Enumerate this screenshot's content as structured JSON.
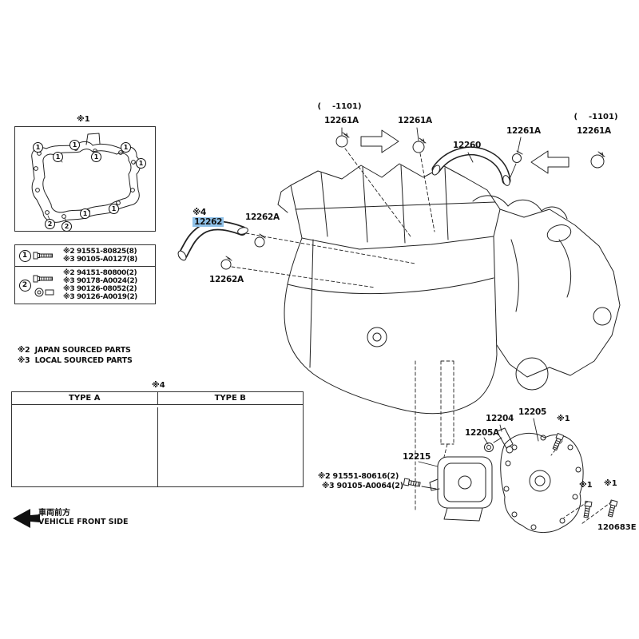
{
  "colors": {
    "highlight": "#8fc1e8",
    "line": "#222222"
  },
  "page": {
    "diagram_code": "120683E"
  },
  "gasket_box": {
    "label": "※1",
    "markers": [
      {
        "n": "1"
      },
      {
        "n": "1"
      },
      {
        "n": "1"
      },
      {
        "n": "1"
      },
      {
        "n": "1"
      },
      {
        "n": "1"
      },
      {
        "n": "1"
      },
      {
        "n": "1"
      },
      {
        "n": "2"
      },
      {
        "n": "2"
      }
    ]
  },
  "fastener_table": {
    "rows": [
      {
        "num": "1",
        "lines": [
          "※2 91551-80825(8)",
          "※3 90105-A0127(8)"
        ]
      },
      {
        "num": "2",
        "lines": [
          "※2 94151-80800(2)",
          "※3 90178-A0024(2)",
          "※3 90126-08052(2)",
          "※3 90126-A0019(2)"
        ]
      }
    ]
  },
  "notes": {
    "japan": "※2  JAPAN SOURCED PARTS",
    "local": "※3  LOCAL SOURCED PARTS"
  },
  "type_box": {
    "label": "※4",
    "type_a": "TYPE A",
    "type_b": "TYPE B"
  },
  "front_side": {
    "jp": "車両前方",
    "en": "VEHICLE FRONT SIDE"
  },
  "callouts": {
    "date_bracket": "(    -1101)",
    "p12261a": "12261A",
    "p12260": "12260",
    "p12262_prefix": "※4",
    "p12262": "12262",
    "p12262a": "12262A",
    "p12204": "12204",
    "p12205": "12205",
    "p12205a": "12205A",
    "p12215": "12215",
    "bolt_ref1": "※2 91551-80616(2)",
    "bolt_ref2": "※3 90105-A0064(2)",
    "star1": "※1"
  }
}
